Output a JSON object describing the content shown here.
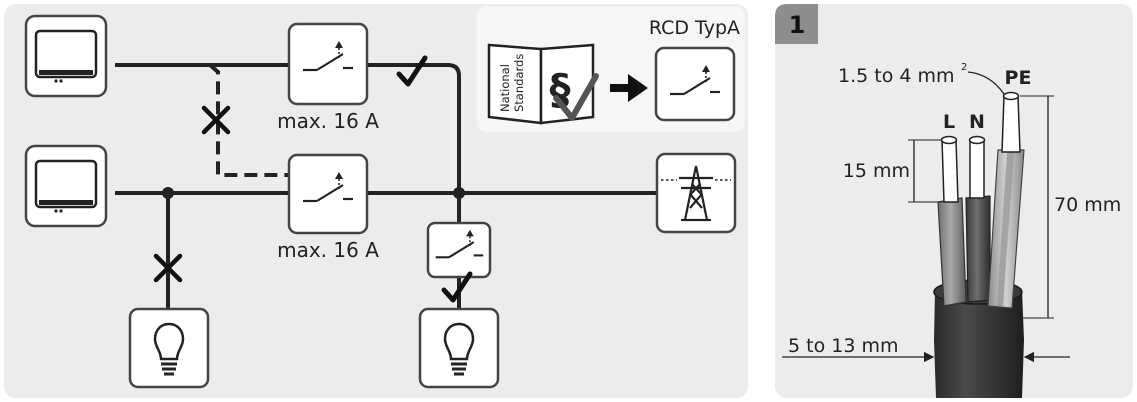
{
  "left_panel": {
    "rcd_caption": "RCD TypA",
    "breaker_top_label": "max. 16 A",
    "breaker_mid_label": "max. 16 A",
    "book_text_line1": "National",
    "book_text_line2": "Standards",
    "section_symbol": "§"
  },
  "right_panel": {
    "step_number": "1",
    "cross_section_label": "1.5 to 4 mm",
    "cross_section_superscript": "2",
    "conductor_pe": "PE",
    "conductor_l": "L",
    "conductor_n": "N",
    "strip_length": "15 mm",
    "sheath_length": "70 mm",
    "cable_diameter": "5 to 13 mm"
  }
}
